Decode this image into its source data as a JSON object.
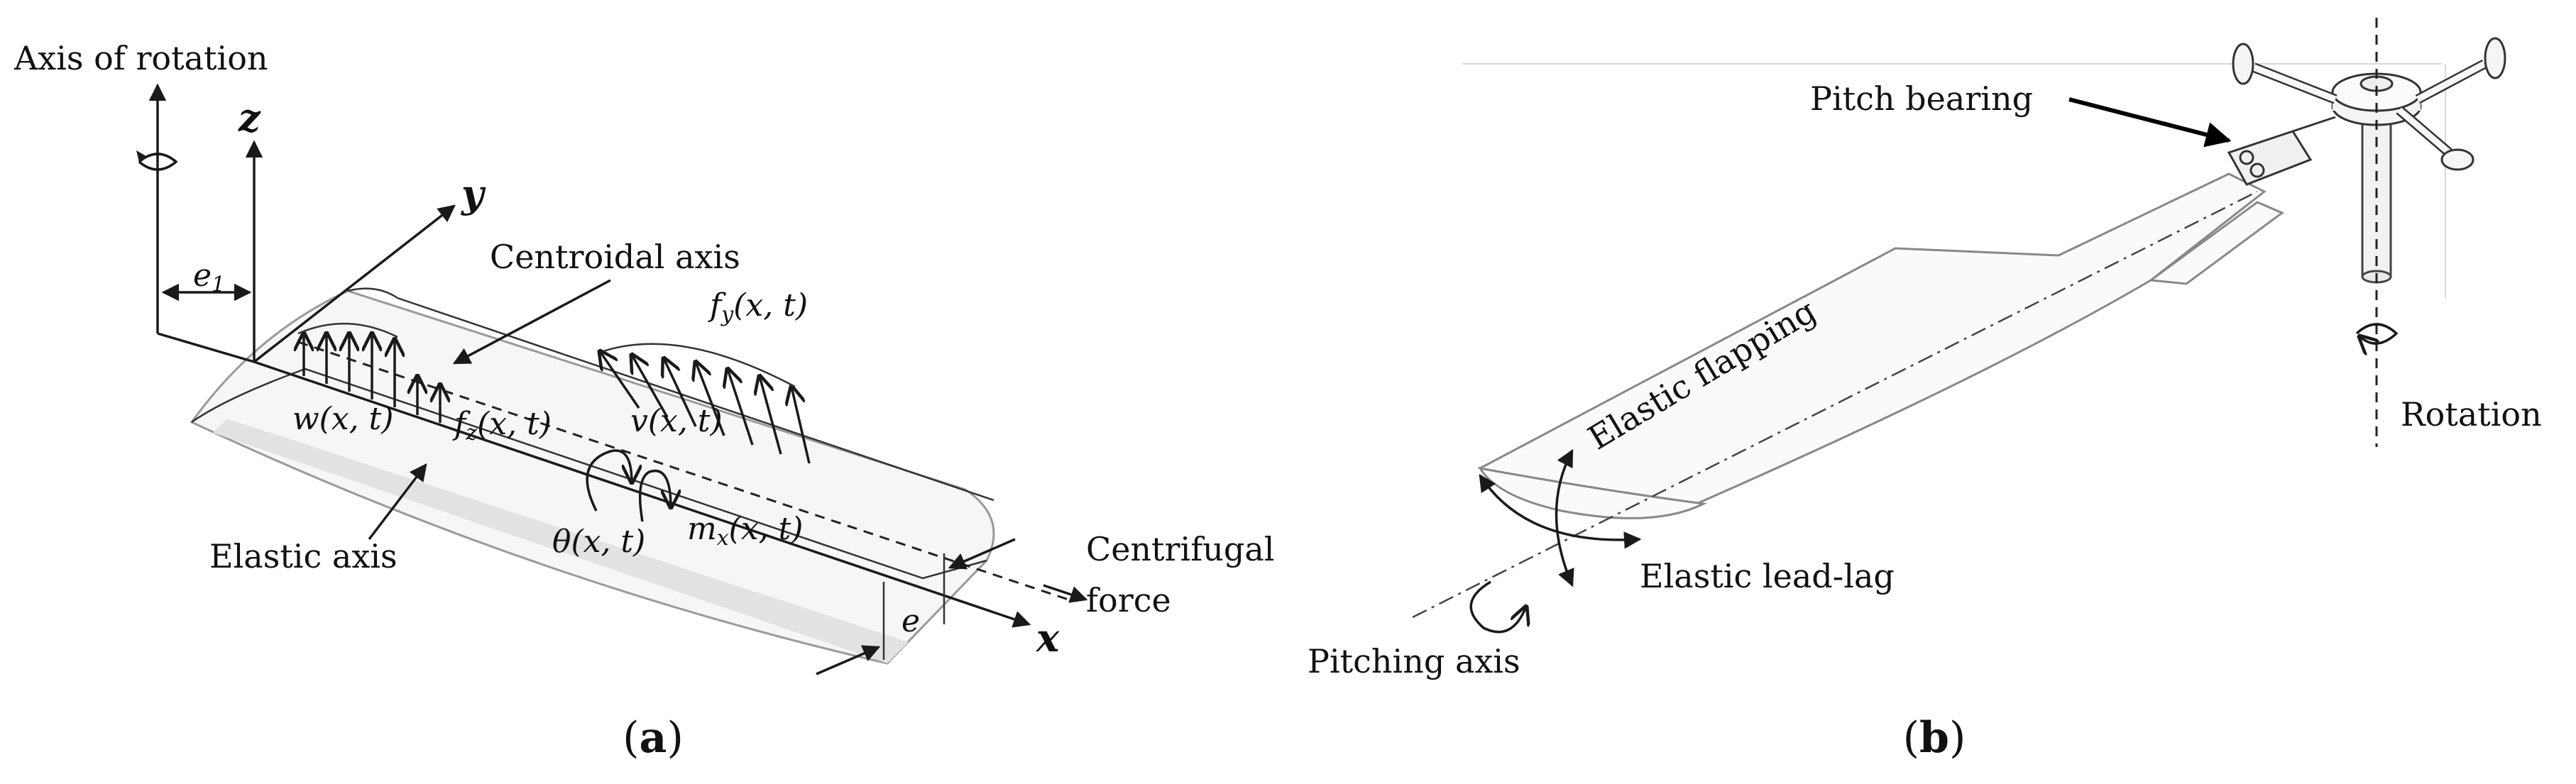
{
  "panel_a": {
    "axis_of_rotation": "Axis of rotation",
    "z_label": "z",
    "y_label": "y",
    "x_label": "x",
    "e1_label": "e",
    "e1_sub": "1",
    "centroidal_axis": "Centroidal axis",
    "fy_label": "f",
    "fy_sub": "y",
    "fy_args": "(x, t)",
    "fz_label": "f",
    "fz_sub": "z",
    "fz_args": "(x, t)",
    "w_label": "w(x, t)",
    "v_label": "v(x, t)",
    "mx_label": "m",
    "mx_sub": "x",
    "mx_args": "(x, t)",
    "theta_label": "θ(x, t)",
    "elastic_axis": "Elastic axis",
    "centrifugal_line1": "Centrifugal",
    "centrifugal_line2": "force",
    "e_label": "e",
    "caption_open": "(",
    "caption_letter": "a",
    "caption_close": ")"
  },
  "panel_b": {
    "pitch_bearing": "Pitch bearing",
    "elastic_flapping": "Elastic flapping",
    "rotation": "Rotation",
    "elastic_lead_lag": "Elastic lead-lag",
    "pitching_axis": "Pitching axis",
    "caption_open": "(",
    "caption_letter": "b",
    "caption_close": ")"
  }
}
